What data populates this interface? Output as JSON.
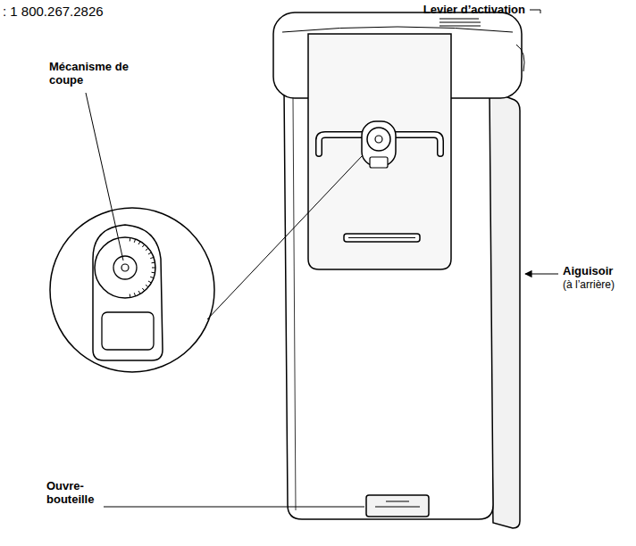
{
  "diagram": {
    "labels": [
      ": 1 800.267.2826",
      "Levier d’activation",
      "Mécanisme de coupe",
      "Aiguisoir",
      "(à l’arrière)",
      "Ouvre- bouteille"
    ]
  }
}
